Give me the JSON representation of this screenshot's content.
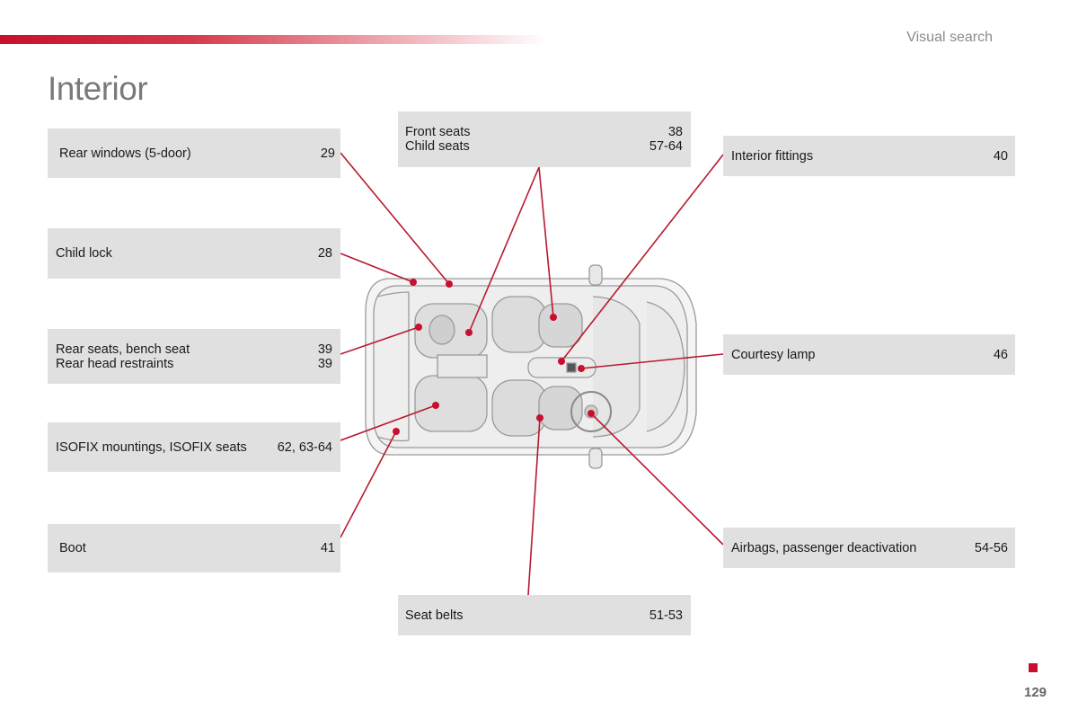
{
  "header": {
    "section": "Visual search",
    "title": "Interior"
  },
  "callouts": {
    "rear_windows": {
      "label": "Rear windows (5-door)",
      "page": "29"
    },
    "child_lock": {
      "label": "Child lock",
      "page": "28"
    },
    "rear_seats": [
      {
        "label": "Rear seats, bench seat",
        "page": "39"
      },
      {
        "label": "Rear head restraints",
        "page": "39"
      }
    ],
    "isofix": {
      "label": "ISOFIX mountings, ISOFIX seats",
      "page": "62, 63-64"
    },
    "boot": {
      "label": "Boot",
      "page": "41"
    },
    "front_seats": [
      {
        "label": "Front seats",
        "page": "38"
      },
      {
        "label": "Child seats",
        "page": "57-64"
      }
    ],
    "seat_belts": {
      "label": "Seat belts",
      "page": "51-53"
    },
    "interior_fittings": {
      "label": "Interior fittings",
      "page": "40"
    },
    "courtesy_lamp": {
      "label": "Courtesy lamp",
      "page": "46"
    },
    "airbags": {
      "label": "Airbags, passenger deactivation",
      "page": "54-56"
    }
  },
  "footer": {
    "page_number": "129"
  },
  "colors": {
    "accent": "#c8102e",
    "box": "#e0e0e1",
    "leader": "#b81a2e"
  }
}
